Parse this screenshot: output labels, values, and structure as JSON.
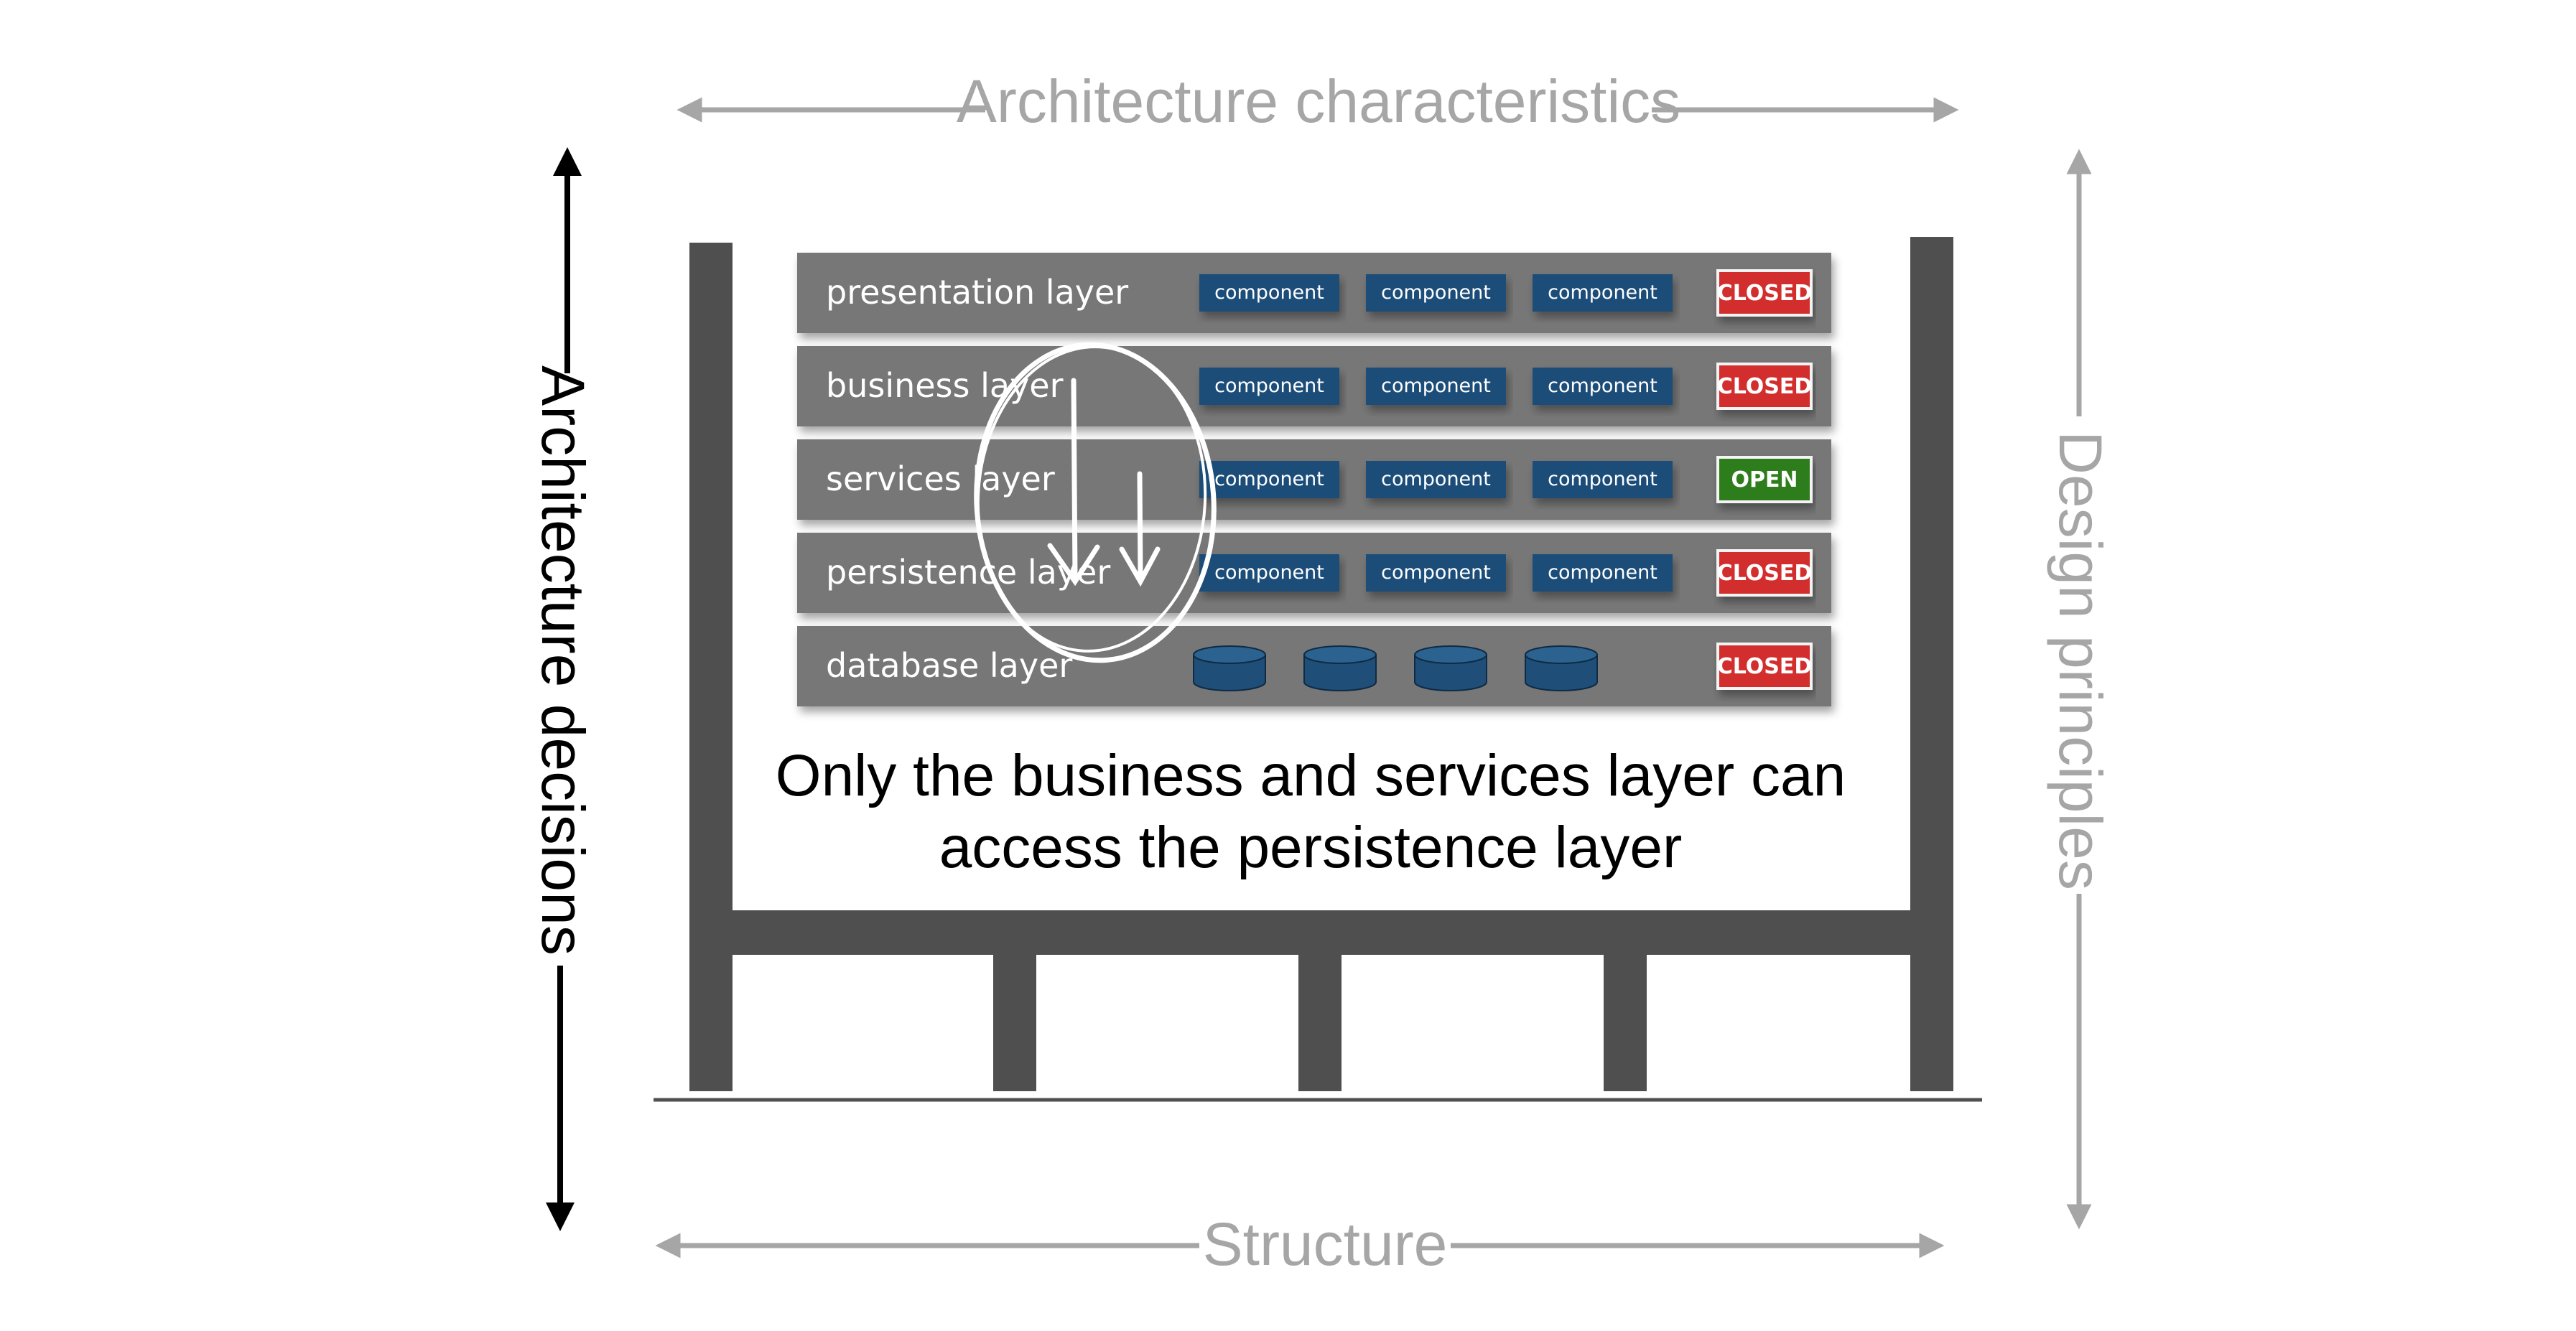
{
  "axes": {
    "top": "Architecture characteristics",
    "bottom": "Structure",
    "left": "Architecture decisions",
    "right": "Design principles"
  },
  "layers": [
    {
      "name": "presentation layer",
      "components": [
        "component",
        "component",
        "component"
      ],
      "status": "CLOSED"
    },
    {
      "name": "business layer",
      "components": [
        "component",
        "component",
        "component"
      ],
      "status": "CLOSED"
    },
    {
      "name": "services layer",
      "components": [
        "component",
        "component",
        "component"
      ],
      "status": "OPEN"
    },
    {
      "name": "persistence layer",
      "components": [
        "component",
        "component",
        "component"
      ],
      "status": "CLOSED"
    },
    {
      "name": "database layer",
      "databases": 4,
      "status": "CLOSED"
    }
  ],
  "caption": {
    "line1": "Only the business and services layer can",
    "line2": "access the persistence layer"
  },
  "colors": {
    "axis_gray": "#a6a6a6",
    "frame": "#4f4f4f",
    "layer_bar": "#777777",
    "component": "#1f4e79",
    "closed": "#d32f2f",
    "open": "#2e7d1f"
  }
}
